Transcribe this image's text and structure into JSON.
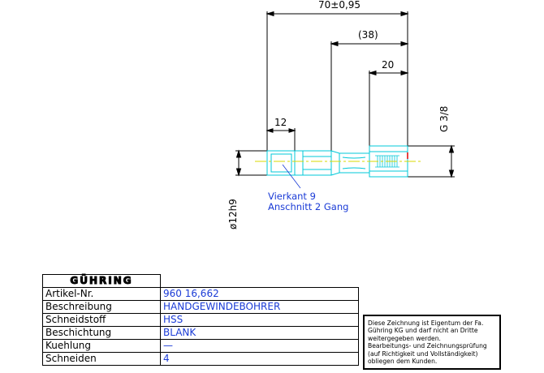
{
  "dimensions": {
    "overall_length": "70±0,95",
    "shank_length": "(38)",
    "thread_length": "20",
    "square_length": "12",
    "thread_size": "G 3/8",
    "shank_diameter": "ø12h9"
  },
  "notes": {
    "square": "Vierkant 9",
    "chamfer": "Anschnitt 2 Gang"
  },
  "title_block": {
    "brand": "GÜHRING",
    "rows": [
      {
        "label": "Artikel-Nr.",
        "value": "960 16,662"
      },
      {
        "label": "Beschreibung",
        "value": "HANDGEWINDEBOHRER"
      },
      {
        "label": "Schneidstoff",
        "value": "HSS"
      },
      {
        "label": "Beschichtung",
        "value": "BLANK"
      },
      {
        "label": "Kuehlung",
        "value": "—"
      },
      {
        "label": "Schneiden",
        "value": "4"
      }
    ]
  },
  "notice": {
    "lines": [
      "Diese Zeichnung ist Eigentum der Fa.",
      "Gühring KG und darf nicht an Dritte",
      "weitergegeben werden.",
      "Bearbeitungs- und Zeichnungsprüfung",
      "(auf Richtigkeit und Vollständigkeit)",
      "obliegen dem Kunden."
    ]
  },
  "colors": {
    "outline": "#00c8d8",
    "dimension": "#000000",
    "note": "#1a3bd6",
    "centerline": "#d8d800",
    "accent": "#e00000"
  }
}
